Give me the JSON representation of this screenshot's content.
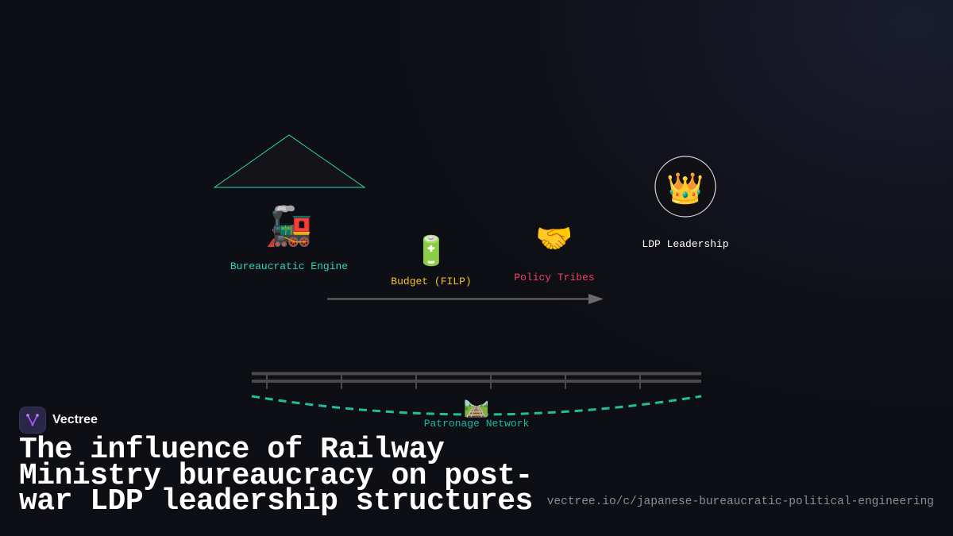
{
  "diagram": {
    "nodes": [
      {
        "id": "engine",
        "label": "Bureaucratic Engine",
        "icon": "locomotive-icon",
        "glyph": "🚂",
        "color": "#2dd4bf"
      },
      {
        "id": "budget",
        "label": "Budget (FILP)",
        "icon": "battery-icon",
        "glyph": "🔋",
        "color": "#fbbf24"
      },
      {
        "id": "tribes",
        "label": "Policy Tribes",
        "icon": "handshake-icon",
        "glyph": "🤝",
        "color": "#f43f5e"
      },
      {
        "id": "leadership",
        "label": "LDP Leadership",
        "icon": "crown-icon",
        "glyph": "👑",
        "color": "#ffffff"
      },
      {
        "id": "network",
        "label": "Patronage Network",
        "icon": "railway-track-icon",
        "glyph": "🛤️",
        "color": "#14b8a6"
      }
    ],
    "colors": {
      "accent": "#2dd4bf",
      "arrow": "#6b6b6b",
      "rail": "#4a4a4a",
      "network": "#1dbf9f"
    }
  },
  "brand": {
    "name": "Vectree",
    "icon": "vectree-logo-icon"
  },
  "title": "The influence of Railway Ministry bureaucracy on post-war LDP leadership structures",
  "url": "vectree.io/c/japanese-bureaucratic-political-engineering"
}
